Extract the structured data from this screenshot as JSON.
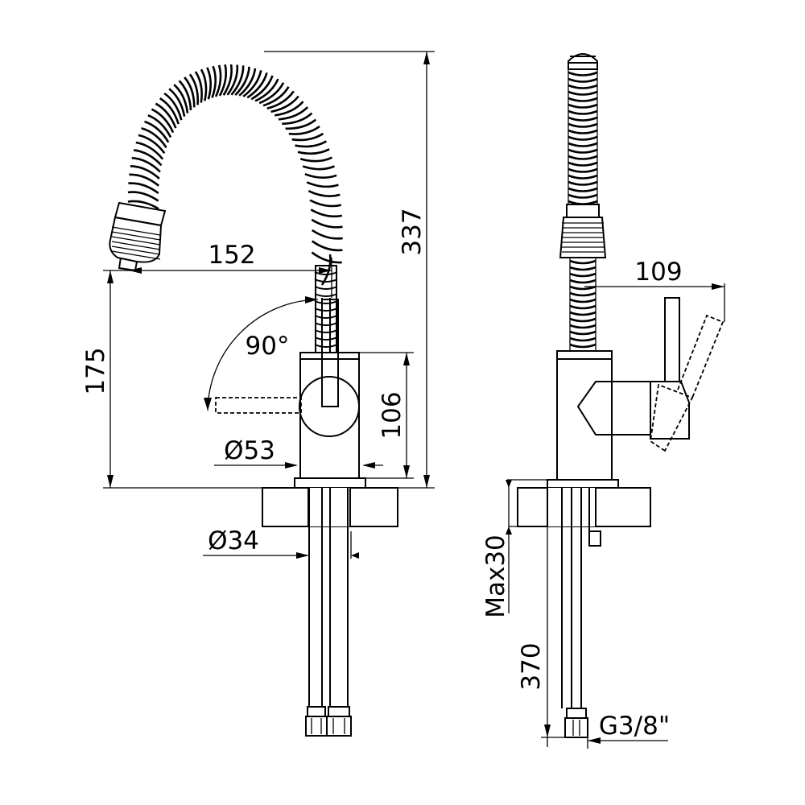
{
  "front_view": {
    "dim_height_total": "337",
    "dim_reach": "152",
    "dim_spout_height": "175",
    "dim_body_height": "106",
    "dim_lever_angle": "90°",
    "dim_body_diameter": "Ø53",
    "dim_shank_diameter": "Ø34"
  },
  "side_view": {
    "dim_lever_reach": "109",
    "dim_max_thickness": "Max30",
    "dim_hose_length": "370",
    "dim_connection": "G3/8\""
  }
}
